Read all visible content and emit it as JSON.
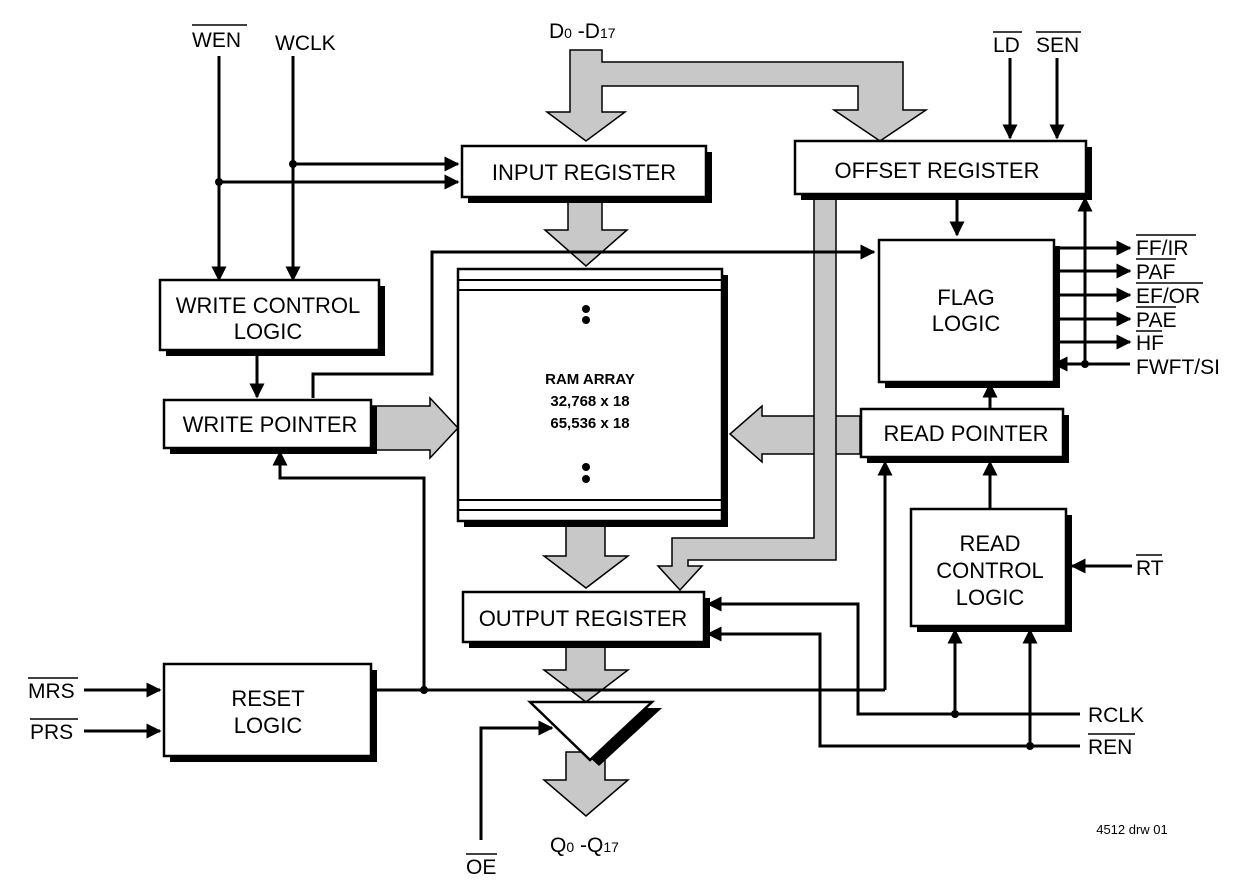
{
  "blocks": {
    "input_register": "INPUT REGISTER",
    "offset_register": "OFFSET REGISTER",
    "flag_logic": [
      "FLAG",
      "LOGIC"
    ],
    "write_control_logic": [
      "WRITE CONTROL",
      "LOGIC"
    ],
    "write_pointer": "WRITE POINTER",
    "ram_array": [
      "RAM ARRAY",
      "32,768 x 18",
      "65,536 x 18"
    ],
    "read_pointer": "READ POINTER",
    "read_control_logic": [
      "READ",
      "CONTROL",
      "LOGIC"
    ],
    "output_register": "OUTPUT REGISTER",
    "reset_logic": [
      "RESET",
      "LOGIC"
    ]
  },
  "signals": {
    "wen": "WEN",
    "wclk": "WCLK",
    "data_in": {
      "main": "D",
      "sub1": "0",
      "mid": " -D",
      "sub2": "17"
    },
    "ld": "LD",
    "sen": "SEN",
    "ff_ir": "FF/IR",
    "paf": "PAF",
    "ef_or": "EF/OR",
    "pae": "PAE",
    "hf": "HF",
    "fwft_si": "FWFT/SI",
    "rt": "RT",
    "mrs": "MRS",
    "prs": "PRS",
    "rclk": "RCLK",
    "ren": "REN",
    "oe": "OE",
    "data_out": {
      "main": "Q",
      "sub1": "0",
      "mid": " -Q",
      "sub2": "17"
    }
  },
  "drawing_id": "4512 drw 01"
}
